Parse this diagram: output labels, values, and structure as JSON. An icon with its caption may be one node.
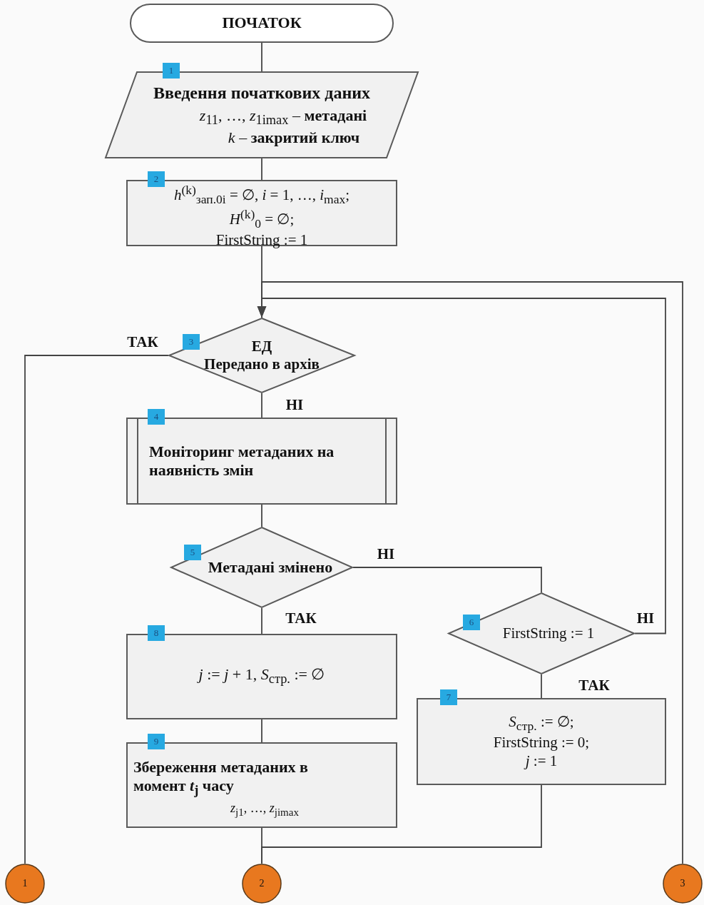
{
  "diagram": {
    "nodes": [
      {
        "text": [
          "ПОЧАТОК"
        ]
      },
      {
        "text": [
          "Введення початкових даних",
          "*z*$_{11}$, …, *z*$_{1i}$$_{max}$ – **метадані**",
          "*k* – **закритий ключ**"
        ]
      },
      {
        "text": [
          "*h*$^{(k)}$$_{зап.0i}$ = ∅, *i* = 1, …, *i*$_{max}$;",
          "*H*$^{(k)}$$_{0}$ = ∅;",
          "FirstString := 1"
        ]
      },
      {
        "text": [
          "ЕД",
          "Передано в архів"
        ]
      },
      {
        "text": [
          "Моніторинг метаданих на наявність змін"
        ]
      },
      {
        "text": [
          "Метадані змінено"
        ]
      },
      {
        "text": [
          "FirstString := 1"
        ]
      },
      {
        "text": [
          "*S*$_{стр.}$ := ∅;",
          "FirstString := 0;",
          "*j* := 1"
        ]
      },
      {
        "text": [
          "*j* := *j* + 1, *S*$_{стр.}$ := ∅"
        ]
      },
      {
        "text": [
          "Збереження метаданих в момент *t*$_{j}$ часу",
          "*z*$_{j1}$, …, *z*$_{ji}$$_{max}$"
        ]
      },
      {
        "text": [
          "1"
        ]
      },
      {
        "text": [
          "2"
        ]
      },
      {
        "text": [
          "3"
        ]
      }
    ],
    "edges": [
      {
        "from": 0,
        "to": 1,
        "arrow": "none"
      },
      {
        "from": 1,
        "to": 2,
        "arrow": "none"
      },
      {
        "from": 2,
        "to": 3,
        "arrow": "none"
      },
      {
        "from": 3,
        "to": 10,
        "arrow": "none",
        "label": "ТАК"
      },
      {
        "from": 3,
        "to": 4,
        "arrow": "none",
        "label": "НІ"
      },
      {
        "from": 4,
        "to": 5,
        "arrow": "none"
      },
      {
        "from": 5,
        "to": 6,
        "arrow": "none",
        "label": "НІ"
      },
      {
        "from": 5,
        "to": 8,
        "arrow": "none",
        "label": "ТАК"
      },
      {
        "from": 6,
        "to": 3,
        "arrow": "to",
        "label": "НІ"
      },
      {
        "from": 6,
        "to": 7,
        "arrow": "none",
        "label": "ТАК"
      },
      {
        "from": 8,
        "to": 9,
        "arrow": "none"
      },
      {
        "from": 12,
        "to": 3,
        "arrow": "to"
      },
      {
        "from": 9,
        "to": 11,
        "arrow": "none"
      },
      {
        "from": 7,
        "to": 11,
        "arrow": "none"
      }
    ],
    "labels": [
      "1",
      "2",
      "3",
      "4",
      "5",
      "6",
      "8",
      "7",
      "9"
    ]
  }
}
